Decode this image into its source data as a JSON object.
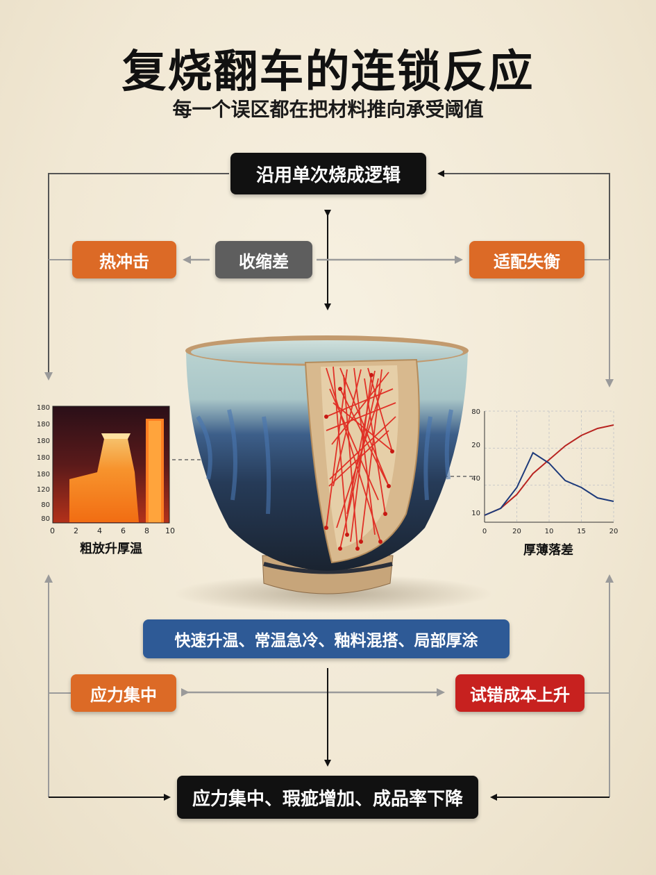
{
  "title": "复烧翻车的连锁反应",
  "subtitle": "每一个误区都在把材料推向承受阈值",
  "top_box": "沿用单次烧成逻辑",
  "mid_center_box": "收缩差",
  "left_box_top": "热冲击",
  "right_box_top": "适配失衡",
  "blue_box": "快速升温、常温急冷、釉料混搭、局部厚涂",
  "left_box_bottom": "应力集中",
  "right_box_bottom": "试错成本上升",
  "bottom_box": "应力集中、瑕疵增加、成品率下降",
  "heatmap_caption": "粗放升厚温",
  "line_chart_caption": "厚薄落差",
  "heatmap_axes": {
    "x_ticks": [
      "0",
      "2",
      "4",
      "6",
      "8",
      "10"
    ],
    "y_ticks": [
      "180",
      "180",
      "180",
      "180",
      "180",
      "120",
      "80",
      "80"
    ]
  },
  "colors": {
    "black": "#111111",
    "orange": "#dc6a26",
    "gray": "#5e5e5e",
    "blue": "#2e5a96",
    "red": "#c7211f"
  },
  "chart_data": {
    "type": "line",
    "x_ticks": [
      "0",
      "20",
      "10",
      "15",
      "20"
    ],
    "y_ticks": [
      "10",
      "40",
      "20",
      "80"
    ],
    "x": [
      0,
      1,
      2,
      3,
      4,
      5,
      6,
      7,
      8
    ],
    "series": [
      {
        "color": "#b82420",
        "values": [
          10,
          12,
          16,
          22,
          26,
          30,
          33,
          35,
          36
        ]
      },
      {
        "color": "#1d3a7a",
        "values": [
          10,
          12,
          18,
          28,
          25,
          20,
          18,
          15,
          14
        ]
      }
    ],
    "grid": true
  }
}
